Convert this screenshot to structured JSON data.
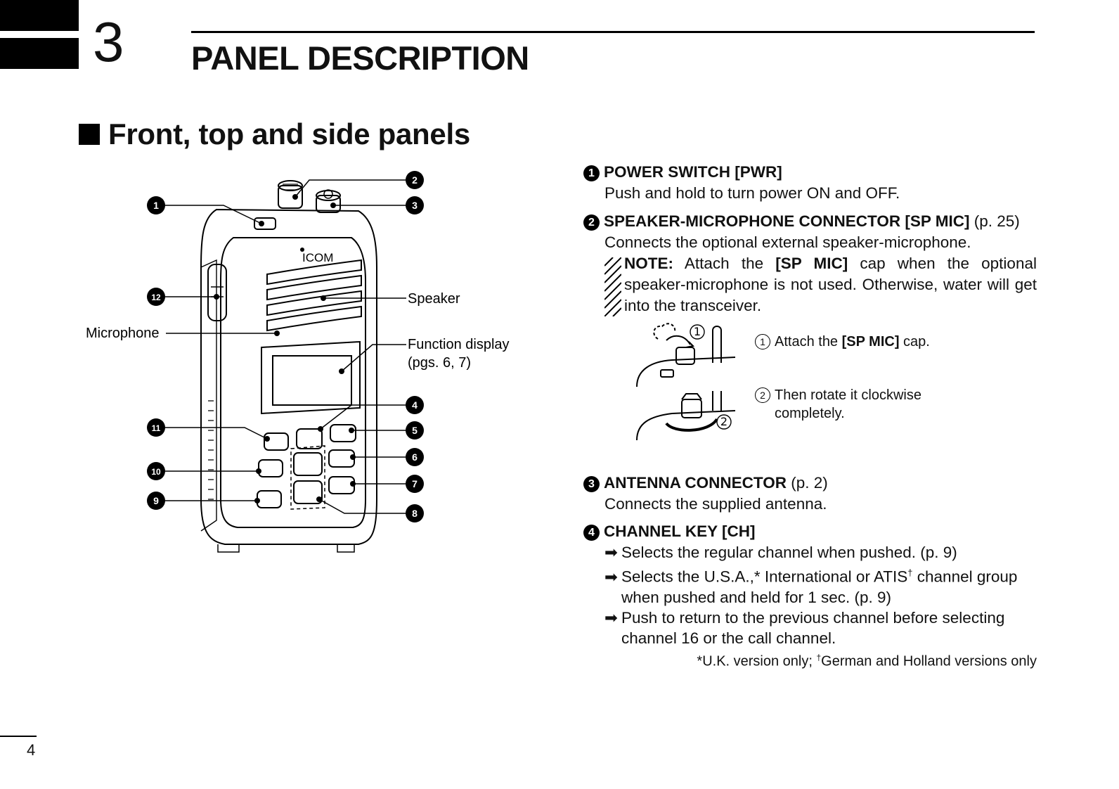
{
  "header": {
    "chapter_number": "3",
    "chapter_title": "PANEL DESCRIPTION"
  },
  "section": {
    "title": "Front, top and side panels"
  },
  "diagram": {
    "brand": "ICOM",
    "labels": {
      "speaker": "Speaker",
      "microphone": "Microphone",
      "function_display_line1": "Function display",
      "function_display_line2": "(pgs. 6, 7)"
    },
    "callouts": [
      "1",
      "2",
      "3",
      "4",
      "5",
      "6",
      "7",
      "8",
      "9",
      "10",
      "11",
      "12"
    ]
  },
  "items": {
    "power": {
      "number": "1",
      "title": "POWER SWITCH [PWR]",
      "body": "Push and hold to turn power ON and OFF."
    },
    "spmic": {
      "number": "2",
      "title": "SPEAKER-MICROPHONE CONNECTOR [SP MIC]",
      "ref": "(p. 25)",
      "body": "Connects the optional external speaker-microphone.",
      "note_label": "NOTE:",
      "note_text_before": "Attach the",
      "note_key": "[SP MIC]",
      "note_text_after": "cap when the optional speaker-microphone is not used. Otherwise, water will get into the transceiver.",
      "step1_num": "1",
      "step1_before": "Attach the",
      "step1_key": "[SP MIC]",
      "step1_after": "cap.",
      "step2_num": "2",
      "step2_line1": "Then rotate it clockwise",
      "step2_line2": "completely."
    },
    "antenna": {
      "number": "3",
      "title": "ANTENNA CONNECTOR",
      "ref": "(p. 2)",
      "body": "Connects the supplied antenna."
    },
    "channel": {
      "number": "4",
      "title": "CHANNEL KEY [CH]",
      "bullet1": "Selects the regular channel when pushed. (p. 9)",
      "bullet2_before": "Selects the U.S.A.,* International or ATIS",
      "bullet2_sup": "†",
      "bullet2_after": " channel group when pushed and held for 1 sec. (p. 9)",
      "bullet3": "Push to return to the previous channel before selecting channel 16 or the call channel.",
      "footnote_before": "*U.K. version only; ",
      "footnote_sup": "†",
      "footnote_after": "German and Holland versions only"
    }
  },
  "footer": {
    "page_number": "4"
  }
}
